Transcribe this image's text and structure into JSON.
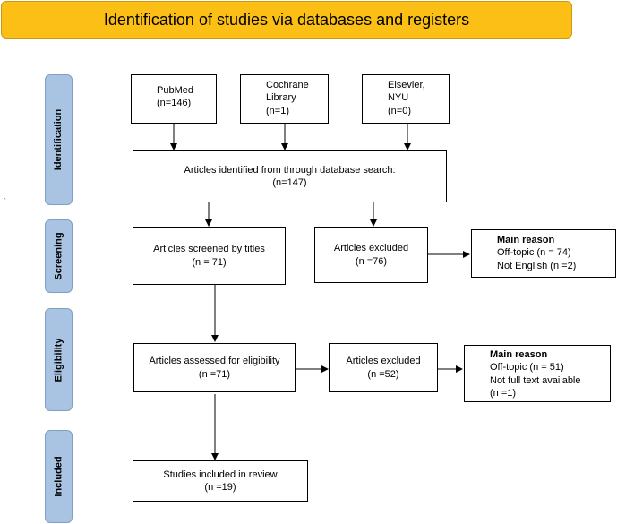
{
  "banner": {
    "title": "Identification of studies via databases and registers"
  },
  "stages": {
    "identification": "Identification",
    "screening": "Screening",
    "eligibility": "Eligibility",
    "included": "Included"
  },
  "sources": {
    "pubmed": {
      "name": "PubMed",
      "count": "(n=146)"
    },
    "cochrane": {
      "name_line1": "Cochrane",
      "name_line2": "Library",
      "count": "(n=1)"
    },
    "elsevier": {
      "name_line1": "Elsevier,",
      "name_line2": "NYU",
      "count": "(n=0)"
    }
  },
  "identified": {
    "label": "Articles identified from through database search:",
    "count": "(n=147)"
  },
  "screened": {
    "label": "Articles screened by titles",
    "count": "(n = 71)"
  },
  "excluded_screening": {
    "label": "Articles excluded",
    "count": "(n =76)"
  },
  "reason_screening": {
    "head": "Main reason",
    "line1": "Off-topic (n = 74)",
    "line2": "Not English (n =2)"
  },
  "eligibility": {
    "label": "Articles assessed for eligibility",
    "count": "(n =71)"
  },
  "excluded_eligibility": {
    "label": "Articles excluded",
    "count": "(n =52)"
  },
  "reason_eligibility": {
    "head": "Main reason",
    "line1": "Off-topic (n = 51)",
    "line2": "Not full text available",
    "line3": "(n =1)"
  },
  "included": {
    "label": "Studies included in review",
    "count": "(n =19)"
  },
  "stray_mark": "`"
}
